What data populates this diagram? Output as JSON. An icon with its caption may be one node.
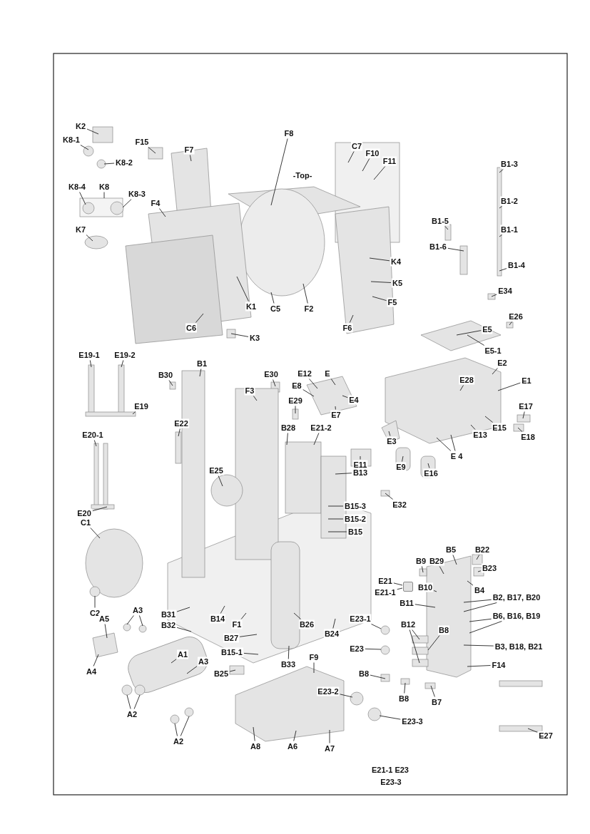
{
  "diagram": {
    "nodes": [
      {
        "text": [
          "K2"
        ]
      },
      {
        "text": [
          "K8-1"
        ]
      },
      {
        "text": [
          "K8-2"
        ]
      },
      {
        "text": [
          "K8"
        ]
      },
      {
        "text": [
          "K8-4"
        ]
      },
      {
        "text": [
          "K8-3"
        ]
      },
      {
        "text": [
          "F15"
        ]
      },
      {
        "text": [
          "F7"
        ]
      },
      {
        "text": [
          "F8"
        ]
      },
      {
        "text": [
          "C7"
        ]
      },
      {
        "text": [
          "F10"
        ]
      },
      {
        "text": [
          "F11"
        ]
      },
      {
        "text": [
          "B1-3"
        ]
      },
      {
        "text": [
          "B1-2"
        ]
      },
      {
        "text": [
          "F4"
        ]
      },
      {
        "text": [
          "B1-5"
        ]
      },
      {
        "text": [
          "B1-1"
        ]
      },
      {
        "text": [
          "K7"
        ]
      },
      {
        "text": [
          "B1-6"
        ]
      },
      {
        "text": [
          "K4"
        ]
      },
      {
        "text": [
          "B1-4"
        ]
      },
      {
        "text": [
          "K5"
        ]
      },
      {
        "text": [
          "E34"
        ]
      },
      {
        "text": [
          "F5"
        ]
      },
      {
        "text": [
          "K1"
        ]
      },
      {
        "text": [
          "C5"
        ]
      },
      {
        "text": [
          "F2"
        ]
      },
      {
        "text": [
          "E26"
        ]
      },
      {
        "text": [
          "F6"
        ]
      },
      {
        "text": [
          "C6"
        ]
      },
      {
        "text": [
          "E5"
        ]
      },
      {
        "text": [
          "K3"
        ]
      },
      {
        "text": [
          "E5-1"
        ]
      },
      {
        "text": [
          "E19-1"
        ]
      },
      {
        "text": [
          "E19-2"
        ]
      },
      {
        "text": [
          "E2"
        ]
      },
      {
        "text": [
          "B1"
        ]
      },
      {
        "text": [
          "E30"
        ]
      },
      {
        "text": [
          "E12"
        ]
      },
      {
        "text": [
          "E"
        ]
      },
      {
        "text": [
          "B30"
        ]
      },
      {
        "text": [
          "E28"
        ]
      },
      {
        "text": [
          "E1"
        ]
      },
      {
        "text": [
          "E8"
        ]
      },
      {
        "text": [
          "F3"
        ]
      },
      {
        "text": [
          "E29"
        ]
      },
      {
        "text": [
          "E4"
        ]
      },
      {
        "text": [
          "E19"
        ]
      },
      {
        "text": [
          "E17"
        ]
      },
      {
        "text": [
          "E7"
        ]
      },
      {
        "text": [
          "E22"
        ]
      },
      {
        "text": [
          "B28"
        ]
      },
      {
        "text": [
          "E21-2"
        ]
      },
      {
        "text": [
          "E15"
        ]
      },
      {
        "text": [
          "E20-1"
        ]
      },
      {
        "text": [
          "E13"
        ]
      },
      {
        "text": [
          "E18"
        ]
      },
      {
        "text": [
          "E3"
        ]
      },
      {
        "text": [
          "E 4"
        ]
      },
      {
        "text": [
          "E11"
        ]
      },
      {
        "text": [
          "E9"
        ]
      },
      {
        "text": [
          "E25"
        ]
      },
      {
        "text": [
          "B13"
        ]
      },
      {
        "text": [
          "E16"
        ]
      },
      {
        "text": [
          "E32"
        ]
      },
      {
        "text": [
          "B15-3"
        ]
      },
      {
        "text": [
          "E20"
        ]
      },
      {
        "text": [
          "B15-2"
        ]
      },
      {
        "text": [
          "C1"
        ]
      },
      {
        "text": [
          "B15"
        ]
      },
      {
        "text": [
          "B5"
        ]
      },
      {
        "text": [
          "B22"
        ]
      },
      {
        "text": [
          "B9"
        ]
      },
      {
        "text": [
          "B29"
        ]
      },
      {
        "text": [
          "B23"
        ]
      },
      {
        "text": [
          "E21"
        ]
      },
      {
        "text": [
          "B10"
        ]
      },
      {
        "text": [
          "B4"
        ]
      },
      {
        "text": [
          "E21-1"
        ]
      },
      {
        "text": [
          "B2, B17, B20"
        ]
      },
      {
        "text": [
          "B11"
        ]
      },
      {
        "text": [
          "A3"
        ]
      },
      {
        "text": [
          "C2"
        ]
      },
      {
        "text": [
          "B31"
        ]
      },
      {
        "text": [
          "B6, B16, B19"
        ]
      },
      {
        "text": [
          "E23-1"
        ]
      },
      {
        "text": [
          "B12"
        ]
      },
      {
        "text": [
          "B8"
        ]
      },
      {
        "text": [
          "B14"
        ]
      },
      {
        "text": [
          "F1"
        ]
      },
      {
        "text": [
          "B26"
        ]
      },
      {
        "text": [
          "B32"
        ]
      },
      {
        "text": [
          "A5"
        ]
      },
      {
        "text": [
          "A1"
        ]
      },
      {
        "text": [
          "B24"
        ]
      },
      {
        "text": [
          "E23"
        ]
      },
      {
        "text": [
          "B27"
        ]
      },
      {
        "text": [
          "B3, B18, B21"
        ]
      },
      {
        "text": [
          "B8"
        ]
      },
      {
        "text": [
          "B15-1"
        ]
      },
      {
        "text": [
          "A4"
        ]
      },
      {
        "text": [
          "A3"
        ]
      },
      {
        "text": [
          "F9"
        ]
      },
      {
        "text": [
          "B33"
        ]
      },
      {
        "text": [
          "F14"
        ]
      },
      {
        "text": [
          "B25"
        ]
      },
      {
        "text": [
          "E23-2"
        ]
      },
      {
        "text": [
          "B8"
        ]
      },
      {
        "text": [
          "B7"
        ]
      },
      {
        "text": [
          "A2"
        ]
      },
      {
        "text": [
          "E23-3"
        ]
      },
      {
        "text": [
          "E27"
        ]
      },
      {
        "text": [
          "A2"
        ]
      },
      {
        "text": [
          "A8"
        ]
      },
      {
        "text": [
          "A6"
        ]
      },
      {
        "text": [
          "A7"
        ]
      },
      {
        "text": [],
        "shape": "box"
      }
    ],
    "edges": [
      {
        "from": 0,
        "to": null,
        "arrow": "none"
      },
      {
        "from": 1,
        "to": null,
        "arrow": "none"
      },
      {
        "from": 2,
        "to": null,
        "arrow": "none"
      },
      {
        "from": 3,
        "to": null,
        "arrow": "none"
      },
      {
        "from": 4,
        "to": null,
        "arrow": "none"
      },
      {
        "from": 5,
        "to": null,
        "arrow": "none"
      },
      {
        "from": 6,
        "to": null,
        "arrow": "none"
      },
      {
        "from": 7,
        "to": null,
        "arrow": "none"
      },
      {
        "from": 8,
        "to": null,
        "arrow": "none"
      },
      {
        "from": 9,
        "to": null,
        "arrow": "none"
      },
      {
        "from": 10,
        "to": null,
        "arrow": "none"
      },
      {
        "from": 11,
        "to": null,
        "arrow": "none"
      },
      {
        "from": 12,
        "to": null,
        "arrow": "none"
      },
      {
        "from": 13,
        "to": null,
        "arrow": "none"
      },
      {
        "from": 14,
        "to": null,
        "arrow": "none"
      },
      {
        "from": 15,
        "to": null,
        "arrow": "none"
      },
      {
        "from": 16,
        "to": null,
        "arrow": "none"
      },
      {
        "from": 17,
        "to": null,
        "arrow": "none"
      },
      {
        "from": 18,
        "to": null,
        "arrow": "none"
      },
      {
        "from": 19,
        "to": null,
        "arrow": "none"
      },
      {
        "from": 20,
        "to": null,
        "arrow": "none"
      },
      {
        "from": 21,
        "to": null,
        "arrow": "none"
      },
      {
        "from": 22,
        "to": null,
        "arrow": "none"
      },
      {
        "from": 23,
        "to": null,
        "arrow": "none"
      },
      {
        "from": 24,
        "to": null,
        "arrow": "none"
      },
      {
        "from": 25,
        "to": null,
        "arrow": "none"
      },
      {
        "from": 26,
        "to": null,
        "arrow": "none"
      },
      {
        "from": 27,
        "to": null,
        "arrow": "none"
      },
      {
        "from": 28,
        "to": null,
        "arrow": "none"
      },
      {
        "from": 29,
        "to": null,
        "arrow": "none"
      },
      {
        "from": 30,
        "to": null,
        "arrow": "none"
      },
      {
        "from": 31,
        "to": null,
        "arrow": "none"
      },
      {
        "from": 32,
        "to": null,
        "arrow": "none"
      },
      {
        "from": 33,
        "to": null,
        "arrow": "none"
      },
      {
        "from": 34,
        "to": null,
        "arrow": "none"
      },
      {
        "from": 35,
        "to": null,
        "arrow": "none"
      },
      {
        "from": 36,
        "to": null,
        "arrow": "none"
      },
      {
        "from": 37,
        "to": null,
        "arrow": "none"
      },
      {
        "from": 38,
        "to": null,
        "arrow": "none"
      },
      {
        "from": 39,
        "to": null,
        "arrow": "none"
      },
      {
        "from": 40,
        "to": null,
        "arrow": "none"
      },
      {
        "from": 41,
        "to": null,
        "arrow": "none"
      },
      {
        "from": 42,
        "to": null,
        "arrow": "none"
      },
      {
        "from": 43,
        "to": null,
        "arrow": "none"
      },
      {
        "from": 44,
        "to": null,
        "arrow": "none"
      },
      {
        "from": 45,
        "to": null,
        "arrow": "none"
      },
      {
        "from": 46,
        "to": null,
        "arrow": "none"
      },
      {
        "from": 47,
        "to": null,
        "arrow": "none"
      },
      {
        "from": 48,
        "to": null,
        "arrow": "none"
      },
      {
        "from": 49,
        "to": null,
        "arrow": "none"
      },
      {
        "from": 50,
        "to": null,
        "arrow": "none"
      },
      {
        "from": 51,
        "to": null,
        "arrow": "none"
      },
      {
        "from": 52,
        "to": null,
        "arrow": "none"
      },
      {
        "from": 53,
        "to": null,
        "arrow": "none"
      },
      {
        "from": 54,
        "to": null,
        "arrow": "none"
      },
      {
        "from": 55,
        "to": null,
        "arrow": "none"
      },
      {
        "from": 56,
        "to": null,
        "arrow": "none"
      },
      {
        "from": 57,
        "to": null,
        "arrow": "none"
      },
      {
        "from": 58,
        "to": null,
        "arrow": "none"
      },
      {
        "from": 59,
        "to": null,
        "arrow": "none"
      },
      {
        "from": 60,
        "to": null,
        "arrow": "none"
      },
      {
        "from": 61,
        "to": null,
        "arrow": "none"
      },
      {
        "from": 62,
        "to": null,
        "arrow": "none"
      },
      {
        "from": 63,
        "to": null,
        "arrow": "none"
      },
      {
        "from": 64,
        "to": null,
        "arrow": "none"
      },
      {
        "from": 65,
        "to": null,
        "arrow": "none"
      },
      {
        "from": 66,
        "to": null,
        "arrow": "none"
      },
      {
        "from": 67,
        "to": null,
        "arrow": "none"
      },
      {
        "from": 68,
        "to": null,
        "arrow": "none"
      },
      {
        "from": 69,
        "to": null,
        "arrow": "none"
      },
      {
        "from": 70,
        "to": null,
        "arrow": "none"
      },
      {
        "from": 71,
        "to": null,
        "arrow": "none"
      },
      {
        "from": 72,
        "to": null,
        "arrow": "none"
      },
      {
        "from": 73,
        "to": null,
        "arrow": "none"
      },
      {
        "from": 74,
        "to": null,
        "arrow": "none"
      },
      {
        "from": 75,
        "to": 116,
        "arrow": "none"
      },
      {
        "from": 76,
        "to": null,
        "arrow": "none"
      },
      {
        "from": 77,
        "to": null,
        "arrow": "none"
      },
      {
        "from": 78,
        "to": 116,
        "arrow": "none"
      },
      {
        "from": 79,
        "to": null,
        "arrow": "none"
      },
      {
        "from": 80,
        "to": null,
        "arrow": "none"
      },
      {
        "from": 81,
        "to": null,
        "arrow": "none"
      },
      {
        "from": 82,
        "to": null,
        "arrow": "none"
      },
      {
        "from": 83,
        "to": null,
        "arrow": "none"
      },
      {
        "from": 84,
        "to": null,
        "arrow": "none"
      },
      {
        "from": 85,
        "to": null,
        "arrow": "none"
      },
      {
        "from": 86,
        "to": null,
        "arrow": "none"
      },
      {
        "from": 87,
        "to": null,
        "arrow": "none"
      },
      {
        "from": 88,
        "to": null,
        "arrow": "none"
      },
      {
        "from": 89,
        "to": null,
        "arrow": "none"
      },
      {
        "from": 90,
        "to": null,
        "arrow": "none"
      },
      {
        "from": 91,
        "to": null,
        "arrow": "none"
      },
      {
        "from": 92,
        "to": null,
        "arrow": "none"
      },
      {
        "from": 93,
        "to": null,
        "arrow": "none"
      },
      {
        "from": 94,
        "to": null,
        "arrow": "none"
      },
      {
        "from": 95,
        "to": null,
        "arrow": "none"
      },
      {
        "from": 96,
        "to": null,
        "arrow": "none"
      },
      {
        "from": 97,
        "to": null,
        "arrow": "none"
      },
      {
        "from": 98,
        "to": null,
        "arrow": "none"
      },
      {
        "from": 99,
        "to": null,
        "arrow": "none"
      },
      {
        "from": 100,
        "to": null,
        "arrow": "none"
      },
      {
        "from": 101,
        "to": null,
        "arrow": "none"
      },
      {
        "from": 102,
        "to": null,
        "arrow": "none"
      },
      {
        "from": 103,
        "to": null,
        "arrow": "none"
      },
      {
        "from": 104,
        "to": null,
        "arrow": "none"
      },
      {
        "from": 105,
        "to": null,
        "arrow": "none"
      },
      {
        "from": 106,
        "to": null,
        "arrow": "none"
      },
      {
        "from": 107,
        "to": null,
        "arrow": "none"
      },
      {
        "from": 108,
        "to": null,
        "arrow": "none"
      },
      {
        "from": 109,
        "to": null,
        "arrow": "none"
      },
      {
        "from": 110,
        "to": null,
        "arrow": "none"
      },
      {
        "from": 111,
        "to": null,
        "arrow": "none"
      },
      {
        "from": 112,
        "to": null,
        "arrow": "none"
      },
      {
        "from": 113,
        "to": null,
        "arrow": "none"
      },
      {
        "from": 114,
        "to": null,
        "arrow": "none"
      },
      {
        "from": 115,
        "to": null,
        "arrow": "none"
      },
      {
        "from": 81,
        "to": null,
        "arrow": "none"
      },
      {
        "from": 109,
        "to": null,
        "arrow": "none"
      },
      {
        "from": 112,
        "to": null,
        "arrow": "none"
      },
      {
        "from": 86,
        "to": null,
        "arrow": "none"
      },
      {
        "from": 79,
        "to": null,
        "arrow": "none"
      },
      {
        "from": 84,
        "to": null,
        "arrow": "none"
      },
      {
        "from": 58,
        "to": null,
        "arrow": "none"
      }
    ],
    "labels": [
      "-Top-",
      "E21-1 E23",
      "E23-3"
    ]
  }
}
